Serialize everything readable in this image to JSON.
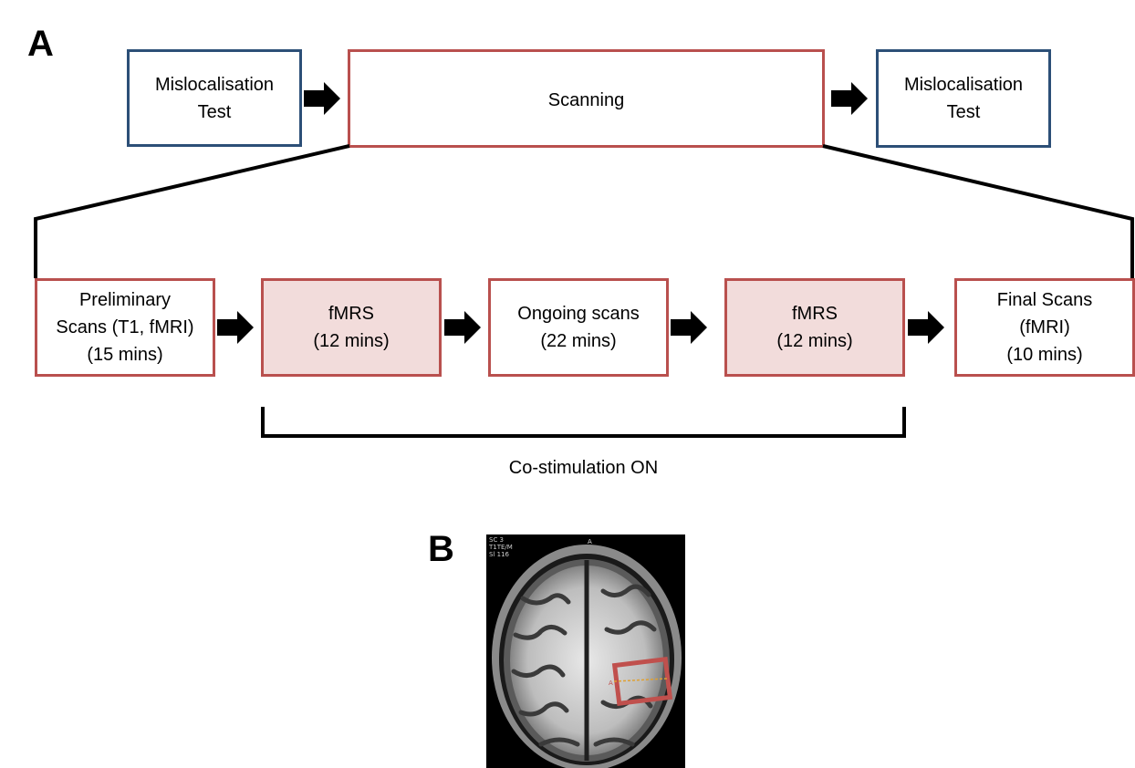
{
  "panels": {
    "a_label": "A",
    "b_label": "B"
  },
  "top_row": {
    "pre_test": "Mislocalisation\nTest",
    "scanning": "Scanning",
    "post_test": "Mislocalisation\nTest"
  },
  "scan_steps": [
    {
      "label": "Preliminary\nScans (T1, fMRI)\n(15 mins)",
      "highlighted": false
    },
    {
      "label": "fMRS\n(12 mins)",
      "highlighted": true
    },
    {
      "label": "Ongoing scans\n(22 mins)",
      "highlighted": false
    },
    {
      "label": "fMRS\n(12 mins)",
      "highlighted": true
    },
    {
      "label": "Final Scans\n(fMRI)\n(10 mins)",
      "highlighted": false
    }
  ],
  "bracket_label": "Co-stimulation ON",
  "mri": {
    "overlay_text": "SC 3\nT1TE/M\nSl 116",
    "orientation_marker": "A",
    "voxel_marker": "A"
  },
  "colors": {
    "test_border": "#2c4f77",
    "scan_border": "#b9504e",
    "fmrs_fill": "#f2dcdb",
    "voxel_box": "#c0504d"
  }
}
